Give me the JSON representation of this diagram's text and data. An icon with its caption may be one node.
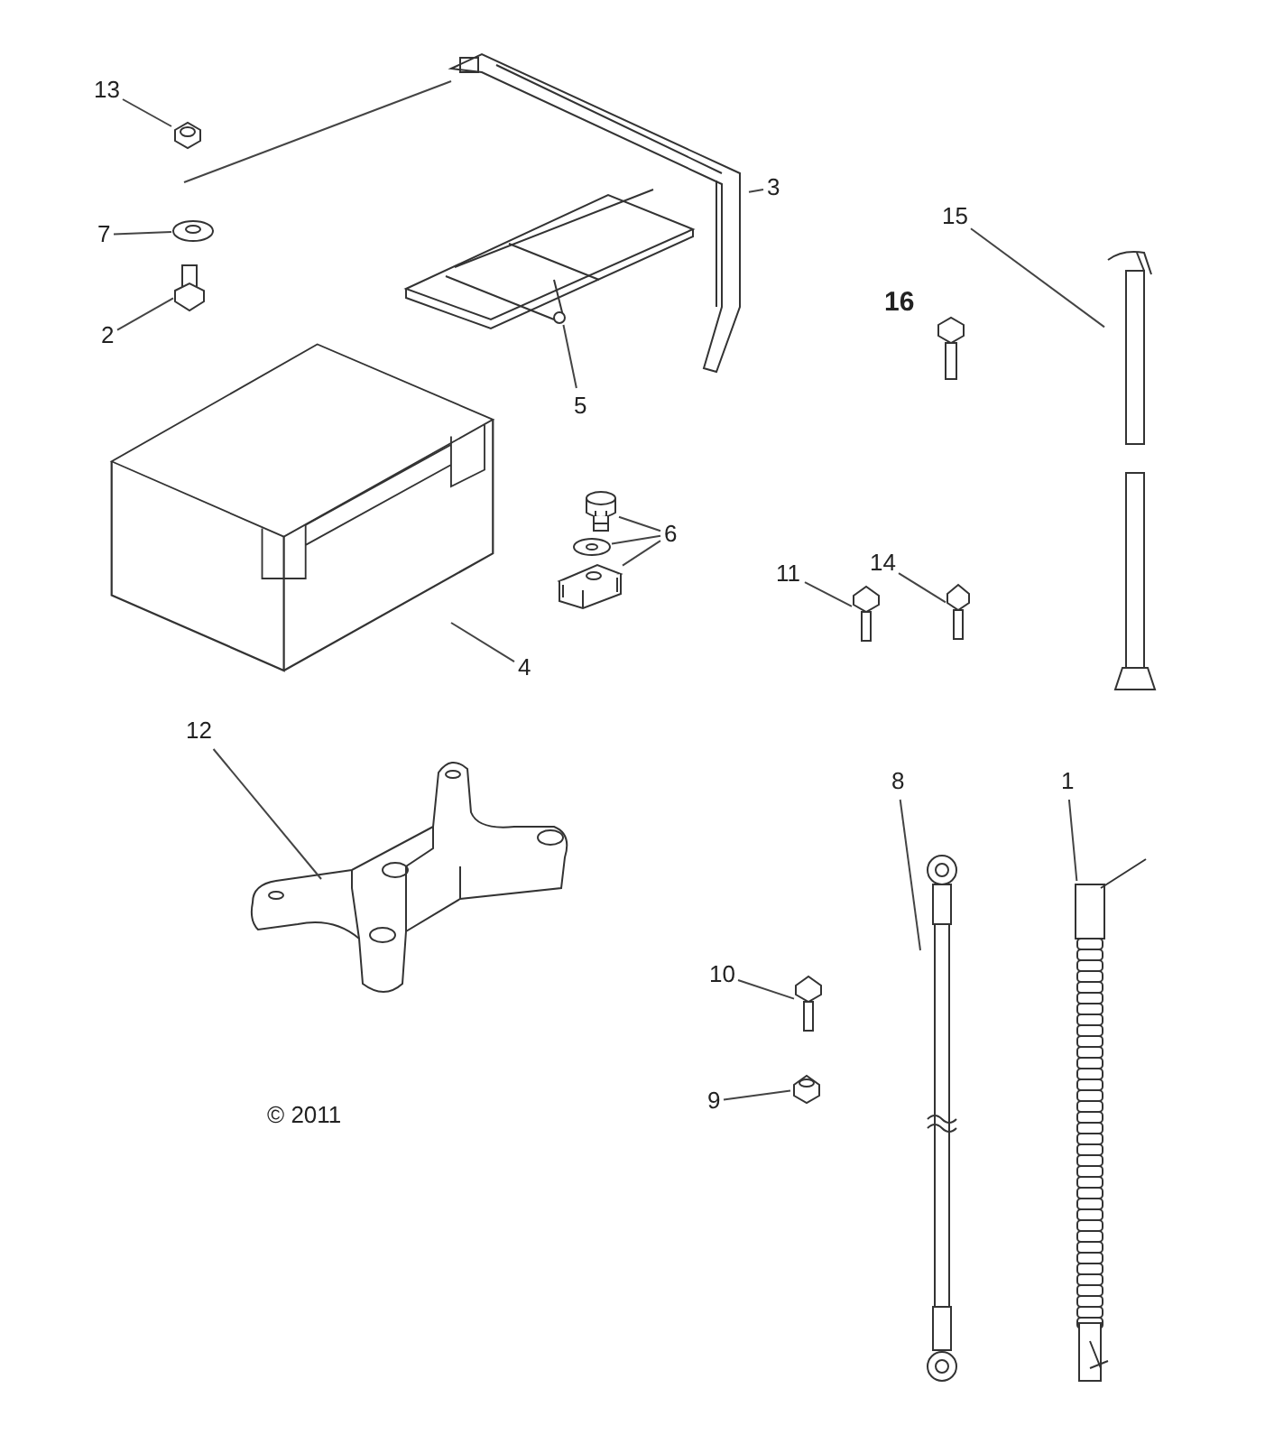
{
  "diagram": {
    "nodes": [
      {
        "text": [
          "13"
        ]
      },
      {
        "text": [],
        "shape": "picture"
      },
      {
        "text": [
          "7"
        ]
      },
      {
        "text": [],
        "shape": "picture"
      },
      {
        "text": [
          "2"
        ]
      },
      {
        "text": [],
        "shape": "picture"
      },
      {
        "text": [],
        "shape": "picture"
      },
      {
        "text": [
          "3"
        ]
      },
      {
        "text": [],
        "shape": "picture"
      },
      {
        "text": [
          "5"
        ]
      },
      {
        "text": [
          "15"
        ]
      },
      {
        "text": [],
        "shape": "picture"
      },
      {
        "text": [],
        "shape": "picture"
      },
      {
        "text": [
          "4"
        ]
      },
      {
        "text": [
          "6"
        ]
      },
      {
        "text": [],
        "shape": "picture"
      },
      {
        "text": [],
        "shape": "picture"
      },
      {
        "text": [],
        "shape": "picture"
      },
      {
        "text": [
          "11"
        ]
      },
      {
        "text": [],
        "shape": "picture"
      },
      {
        "text": [
          "14"
        ]
      },
      {
        "text": [],
        "shape": "picture"
      },
      {
        "text": [
          "12"
        ]
      },
      {
        "text": [],
        "shape": "picture"
      },
      {
        "text": [
          "8"
        ]
      },
      {
        "text": [],
        "shape": "picture"
      },
      {
        "text": [
          "1"
        ]
      },
      {
        "text": [],
        "shape": "picture"
      },
      {
        "text": [
          "10"
        ]
      },
      {
        "text": [],
        "shape": "picture"
      },
      {
        "text": [
          "9"
        ]
      },
      {
        "text": [],
        "shape": "picture"
      }
    ],
    "edges": [
      {
        "from": 0,
        "to": 1,
        "arrow": "none"
      },
      {
        "from": 2,
        "to": 3,
        "arrow": "none"
      },
      {
        "from": 4,
        "to": 5,
        "arrow": "none"
      },
      {
        "from": 7,
        "to": 6,
        "arrow": "none"
      },
      {
        "from": 9,
        "to": 8,
        "arrow": "none"
      },
      {
        "from": 10,
        "to": 11,
        "arrow": "none"
      },
      {
        "from": 13,
        "to": 12,
        "arrow": "none"
      },
      {
        "from": 14,
        "to": 15,
        "arrow": "none"
      },
      {
        "from": 14,
        "to": 16,
        "arrow": "none"
      },
      {
        "from": 14,
        "to": 17,
        "arrow": "none"
      },
      {
        "from": 18,
        "to": 19,
        "arrow": "none"
      },
      {
        "from": 20,
        "to": 21,
        "arrow": "none"
      },
      {
        "from": 22,
        "to": 23,
        "arrow": "none"
      },
      {
        "from": 24,
        "to": 25,
        "arrow": "none"
      },
      {
        "from": 26,
        "to": 27,
        "arrow": "none"
      },
      {
        "from": 28,
        "to": 29,
        "arrow": "none"
      },
      {
        "from": 30,
        "to": 31,
        "arrow": "none"
      }
    ],
    "labels": [
      "16",
      "© 2011"
    ]
  }
}
